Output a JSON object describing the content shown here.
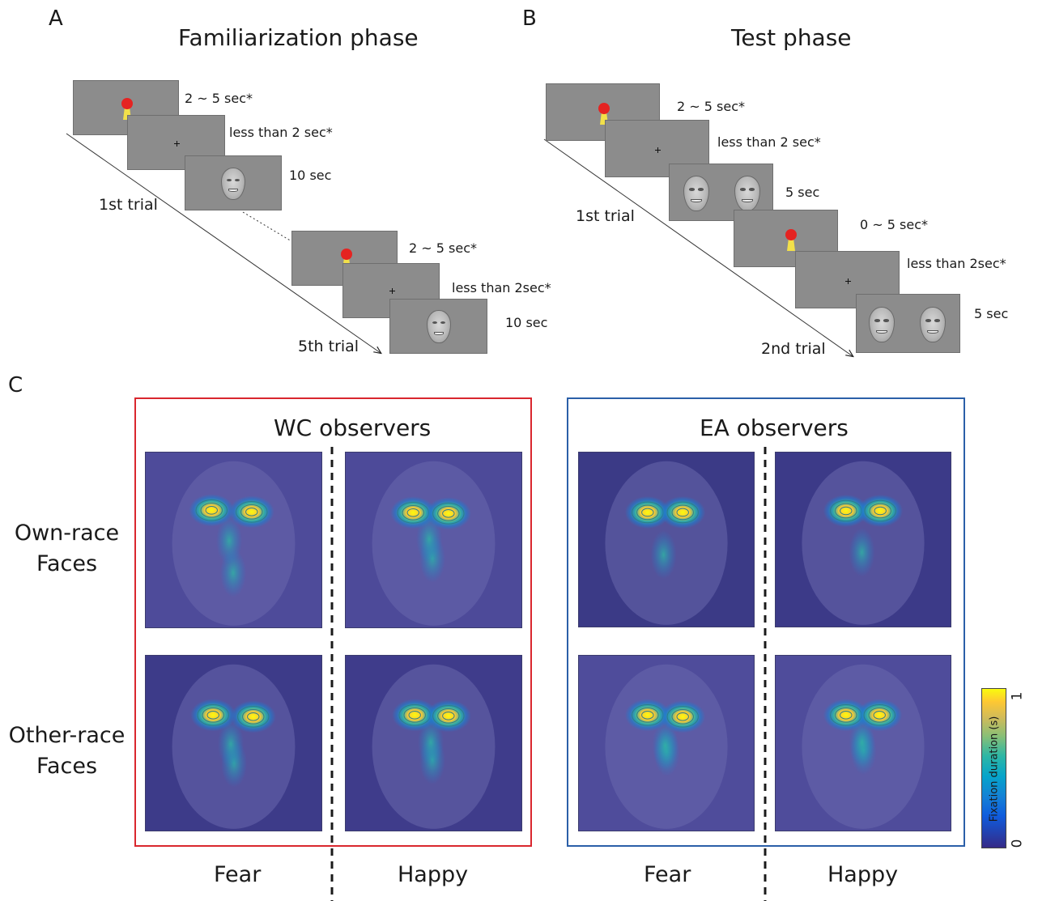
{
  "panel_a": {
    "letter": "A",
    "title": "Familiarization phase",
    "timings": [
      "2 ~ 5 sec*",
      "less than 2 sec*",
      "10 sec",
      "2 ~ 5 sec*",
      "less than 2sec*",
      "10 sec"
    ],
    "trial_labels": [
      "1st trial",
      "5th trial"
    ]
  },
  "panel_b": {
    "letter": "B",
    "title": "Test phase",
    "timings": [
      "2 ~ 5 sec*",
      "less than 2 sec*",
      "5 sec",
      "0 ~ 5 sec*",
      "less than 2sec*",
      "5 sec"
    ],
    "trial_labels": [
      "1st trial",
      "2nd trial"
    ]
  },
  "panel_c": {
    "letter": "C",
    "groups": [
      {
        "title": "WC observers",
        "border_color": "#d9272e"
      },
      {
        "title": "EA observers",
        "border_color": "#2b5fa8"
      }
    ],
    "row_labels": [
      [
        "Own-race",
        "Faces"
      ],
      [
        "Other-race",
        "Faces"
      ]
    ],
    "column_labels": [
      "Fear",
      "Happy",
      "Fear",
      "Happy"
    ],
    "colorbar": {
      "label": "Fixation duration (s)",
      "min": "0",
      "max": "1"
    }
  }
}
